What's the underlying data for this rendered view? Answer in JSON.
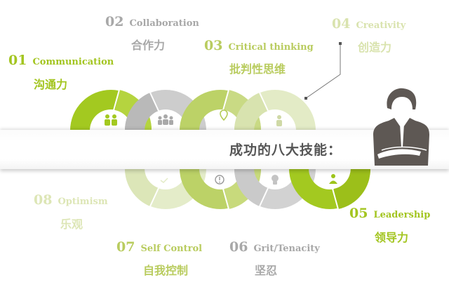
{
  "title": "成功的八大技能：",
  "colors": {
    "green_bright": "#9dc41a",
    "green_mid": "#b6cf5a",
    "green_pale": "#dfe8bd",
    "gray": "#c9c9c9",
    "title_gray": "#555555",
    "person": "#5e5854"
  },
  "skills": [
    {
      "num": "01",
      "en": "Communication",
      "cn": "沟通力",
      "color": "#9dc41a",
      "icon": "people-pair-icon"
    },
    {
      "num": "02",
      "en": "Collaboration",
      "cn": "合作力",
      "color": "#a9a9a9",
      "icon": "group-icon"
    },
    {
      "num": "03",
      "en": "Critical thinking",
      "cn": "批判性思维",
      "color": "#b4cb55",
      "icon": "location-pin-icon"
    },
    {
      "num": "04",
      "en": "Creativity",
      "cn": "创造力",
      "color": "#dde6b6",
      "icon": "person-bulb-icon"
    },
    {
      "num": "05",
      "en": "Leadership",
      "cn": "领导力",
      "color": "#9dc41a",
      "icon": "leader-icon"
    },
    {
      "num": "06",
      "en": "Grit/Tenacity",
      "cn": "坚忍",
      "color": "#a9a9a9",
      "icon": "lightbulb-icon"
    },
    {
      "num": "07",
      "en": "Self Control",
      "cn": "自我控制",
      "color": "#b4cb55",
      "icon": "info-circle-icon"
    },
    {
      "num": "08",
      "en": "Optimism",
      "cn": "乐观",
      "color": "#dde6b6",
      "icon": "check-icon"
    }
  ]
}
